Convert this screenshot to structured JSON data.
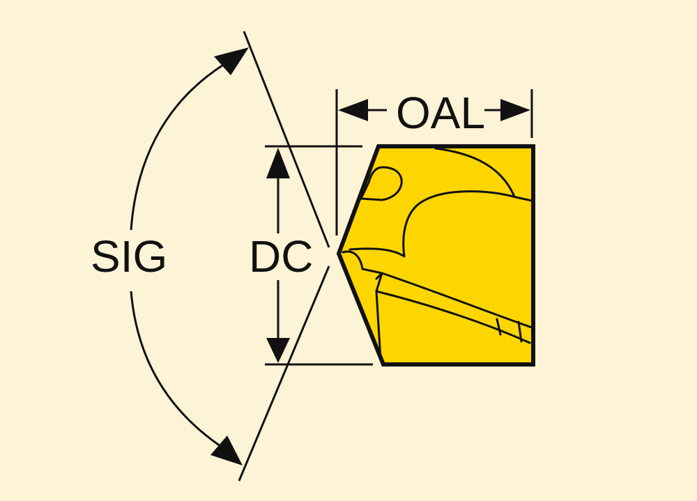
{
  "labels": {
    "sig": "SIG",
    "dc": "DC",
    "oal": "OAL"
  },
  "colors": {
    "background": "#fdf3d6",
    "insert_fill": "#fdd600",
    "outline": "#111111"
  }
}
